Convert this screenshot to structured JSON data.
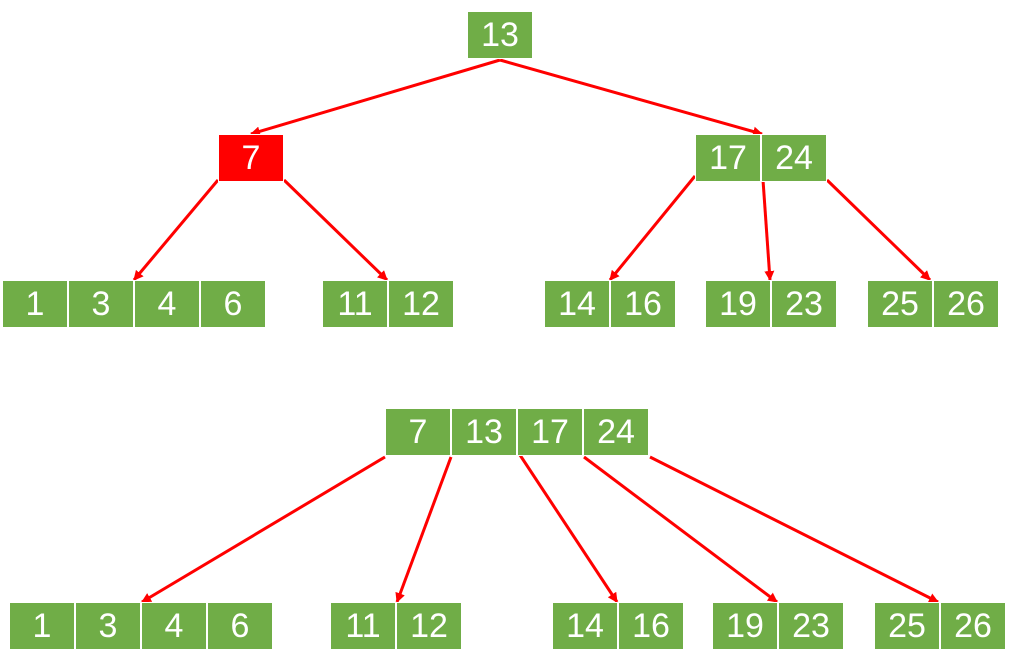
{
  "colors": {
    "node_fill": "#70ad47",
    "node_text": "#ffffff",
    "highlight": "#ff0000",
    "edge": "#ff0000"
  },
  "trees": [
    {
      "nodes": [
        {
          "id": "t1-root",
          "keys": [
            "13"
          ]
        },
        {
          "id": "t1-left",
          "keys": [
            "7"
          ],
          "highlight": true
        },
        {
          "id": "t1-right",
          "keys": [
            "17",
            "24"
          ]
        },
        {
          "id": "t1-leaf-a",
          "keys": [
            "1",
            "3",
            "4",
            "6"
          ]
        },
        {
          "id": "t1-leaf-b",
          "keys": [
            "11",
            "12"
          ]
        },
        {
          "id": "t1-leaf-c",
          "keys": [
            "14",
            "16"
          ]
        },
        {
          "id": "t1-leaf-d",
          "keys": [
            "19",
            "23"
          ]
        },
        {
          "id": "t1-leaf-e",
          "keys": [
            "25",
            "26"
          ]
        }
      ],
      "edges": [
        [
          "t1-root",
          "t1-left"
        ],
        [
          "t1-root",
          "t1-right"
        ],
        [
          "t1-left",
          "t1-leaf-a"
        ],
        [
          "t1-left",
          "t1-leaf-b"
        ],
        [
          "t1-right",
          "t1-leaf-c"
        ],
        [
          "t1-right",
          "t1-leaf-d"
        ],
        [
          "t1-right",
          "t1-leaf-e"
        ]
      ]
    },
    {
      "nodes": [
        {
          "id": "t2-root",
          "keys": [
            "7",
            "13",
            "17",
            "24"
          ]
        },
        {
          "id": "t2-leaf-a",
          "keys": [
            "1",
            "3",
            "4",
            "6"
          ]
        },
        {
          "id": "t2-leaf-b",
          "keys": [
            "11",
            "12"
          ]
        },
        {
          "id": "t2-leaf-c",
          "keys": [
            "14",
            "16"
          ]
        },
        {
          "id": "t2-leaf-d",
          "keys": [
            "19",
            "23"
          ]
        },
        {
          "id": "t2-leaf-e",
          "keys": [
            "25",
            "26"
          ]
        }
      ],
      "edges": [
        [
          "t2-root",
          "t2-leaf-a"
        ],
        [
          "t2-root",
          "t2-leaf-b"
        ],
        [
          "t2-root",
          "t2-leaf-c"
        ],
        [
          "t2-root",
          "t2-leaf-d"
        ],
        [
          "t2-root",
          "t2-leaf-e"
        ]
      ]
    }
  ]
}
